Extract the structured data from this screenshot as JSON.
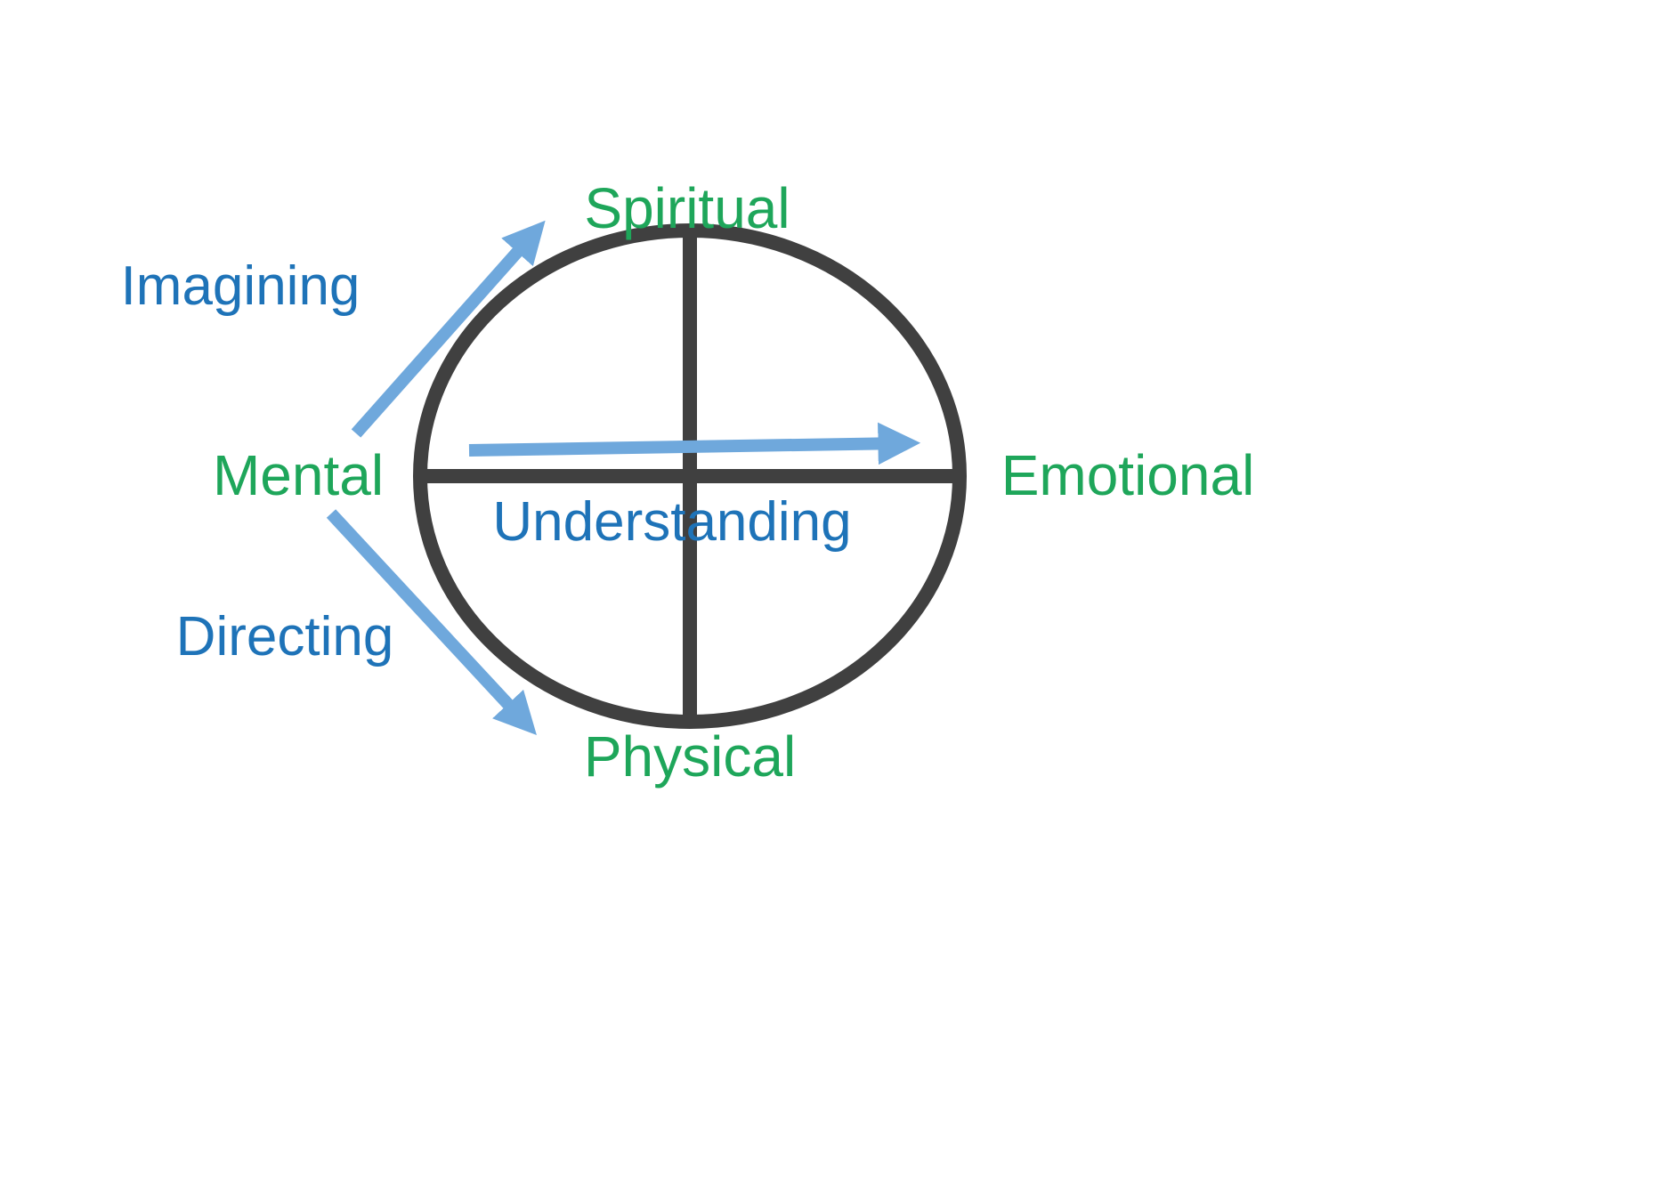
{
  "colors": {
    "background": "#ffffff",
    "circle": "#404040",
    "quadrant_label_green": "#1ea65a",
    "process_label_blue": "#1e73b8",
    "arrow_blue": "#6fa8dc"
  },
  "diagram": {
    "type": "quadrant-circle-diagram",
    "quadrant_labels": {
      "top": "Spiritual",
      "right": "Emotional",
      "bottom": "Physical",
      "left": "Mental"
    },
    "process_labels": {
      "imagining": "Imagining",
      "understanding": "Understanding",
      "directing": "Directing"
    }
  }
}
